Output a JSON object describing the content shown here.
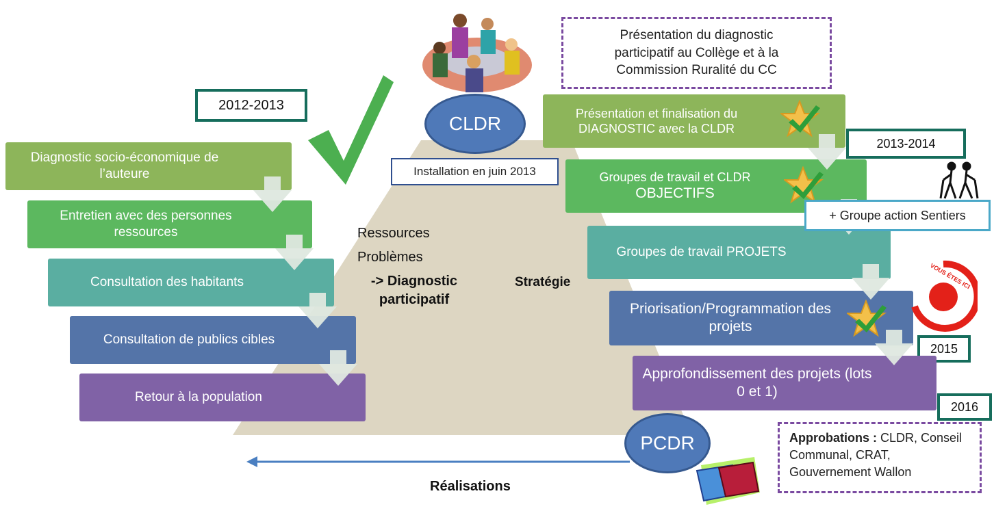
{
  "years": {
    "y2012": "2012-2013",
    "y2013": "2013-2014",
    "y2015": "2015",
    "y2016": "2016"
  },
  "left_steps": [
    "Diagnostic socio-économique de l’auteure",
    "Entretien avec des personnes ressources",
    "Consultation des habitants",
    "Consultation de publics cibles",
    "Retour à la population"
  ],
  "right_steps": {
    "finalisation": "Présentation et finalisation du DIAGNOSTIC  avec la CLDR",
    "objectifs_line1": "Groupes de travail et CLDR",
    "objectifs_line2": "OBJECTIFS",
    "projets": "Groupes de travail PROJETS",
    "priorisation": "Priorisation/Programmation des projets",
    "approfondissement": "Approfondissement des projets (lots 0 et 1)"
  },
  "presentation_note": "Présentation du diagnostic participatif  au Collège et à la Commission Ruralité du CC",
  "cldr": {
    "label": "CLDR",
    "installation": "Installation en juin 2013"
  },
  "pcdr": {
    "label": "PCDR"
  },
  "sentiers": "+ Groupe action Sentiers",
  "center_text": {
    "ressources": "Ressources",
    "problemes": "Problèmes",
    "diagnostic": "-> Diagnostic participatif",
    "strategie": "Stratégie",
    "realisations": "Réalisations"
  },
  "approbations": {
    "title": "Approbations :",
    "text": " CLDR, Conseil Communal, CRAT, Gouvernement Wallon"
  },
  "badge": {
    "text": "VOUS ÊTES ICI"
  },
  "colors": {
    "red": "#e32119",
    "check": "#4caf50",
    "arrow": "#4a7fc1",
    "trapezoid": "#ddd6c2"
  }
}
